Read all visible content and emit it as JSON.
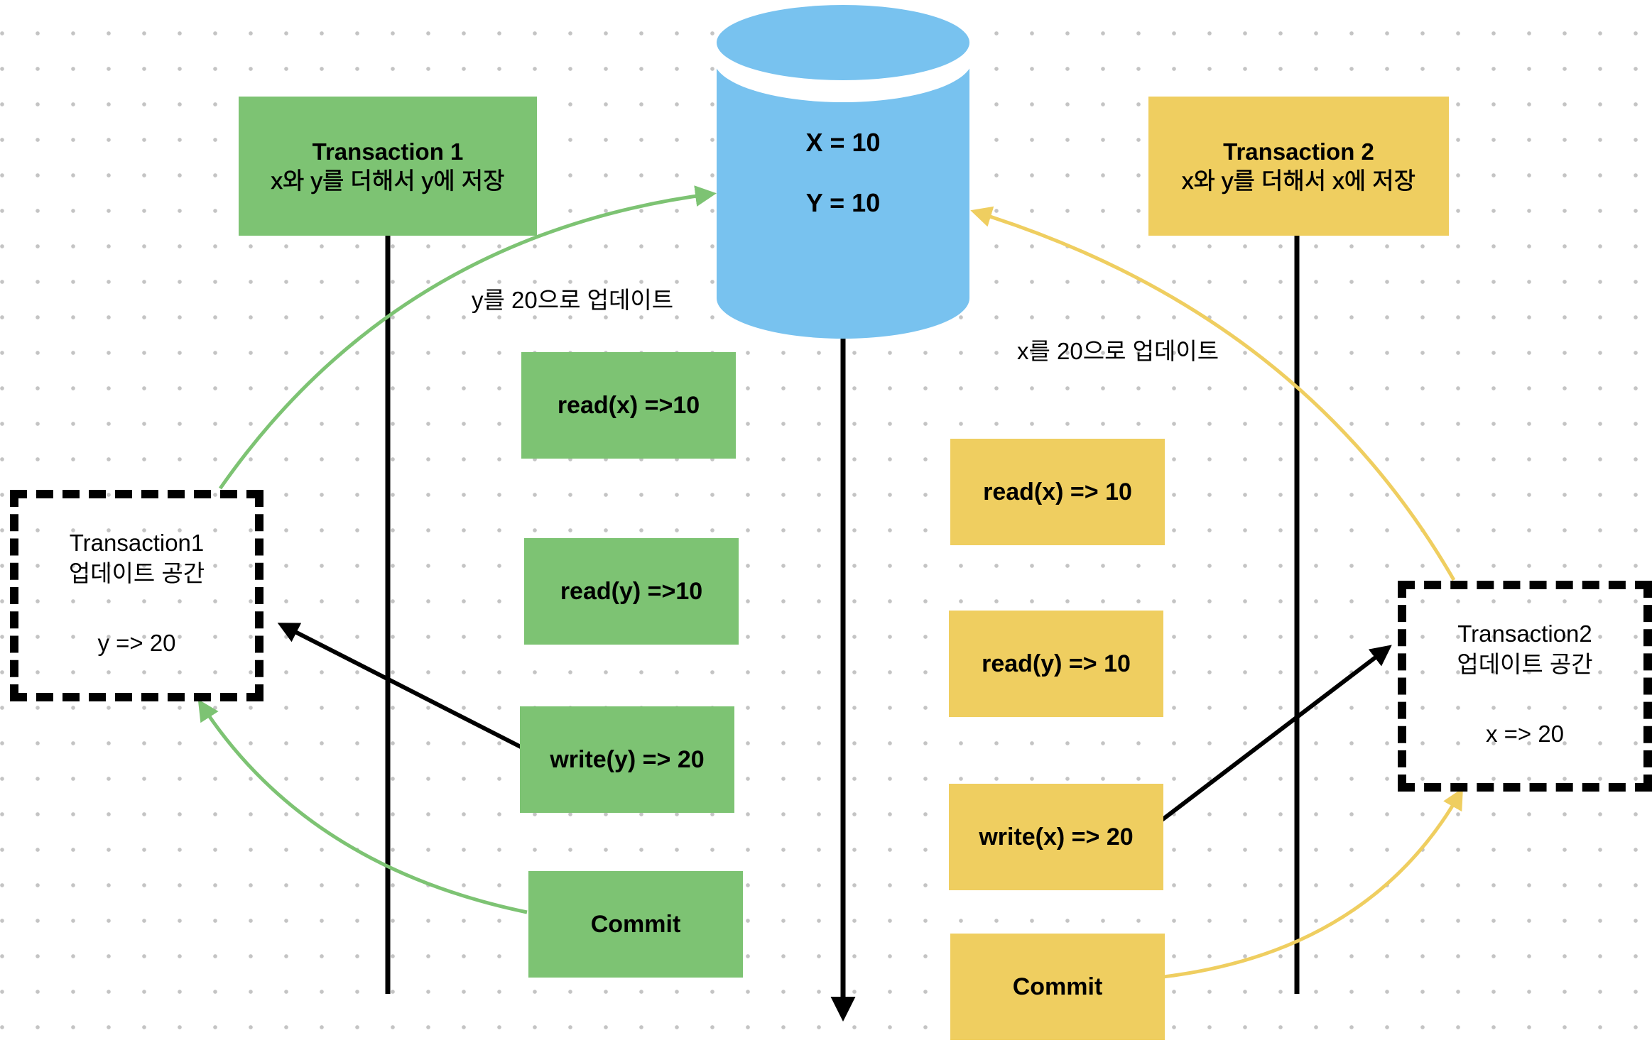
{
  "colors": {
    "transaction1": "#7dc373",
    "transaction2": "#efce60",
    "database": "#78c2ef",
    "arrow_black": "#000000"
  },
  "database": {
    "icon": "database-cylinder-icon",
    "x_value": "X = 10",
    "y_value": "Y = 10"
  },
  "transaction1": {
    "title": "Transaction 1",
    "description": "x와 y를 더해서 y에 저장",
    "operations": [
      {
        "label": "read(x) =>10"
      },
      {
        "label": "read(y) =>10"
      },
      {
        "label": "write(y) => 20"
      },
      {
        "label": "Commit"
      }
    ],
    "update_space": {
      "title": "Transaction1",
      "subtitle": "업데이트 공간",
      "value": "y => 20"
    },
    "update_label": "y를 20으로 업데이트"
  },
  "transaction2": {
    "title": "Transaction 2",
    "description": "x와 y를 더해서 x에 저장",
    "operations": [
      {
        "label": "read(x) => 10"
      },
      {
        "label": "read(y) => 10"
      },
      {
        "label": "write(x) => 20"
      },
      {
        "label": "Commit"
      }
    ],
    "update_space": {
      "title": "Transaction2",
      "subtitle": "업데이트 공간",
      "value": "x => 20"
    },
    "update_label": "x를 20으로 업데이트"
  }
}
